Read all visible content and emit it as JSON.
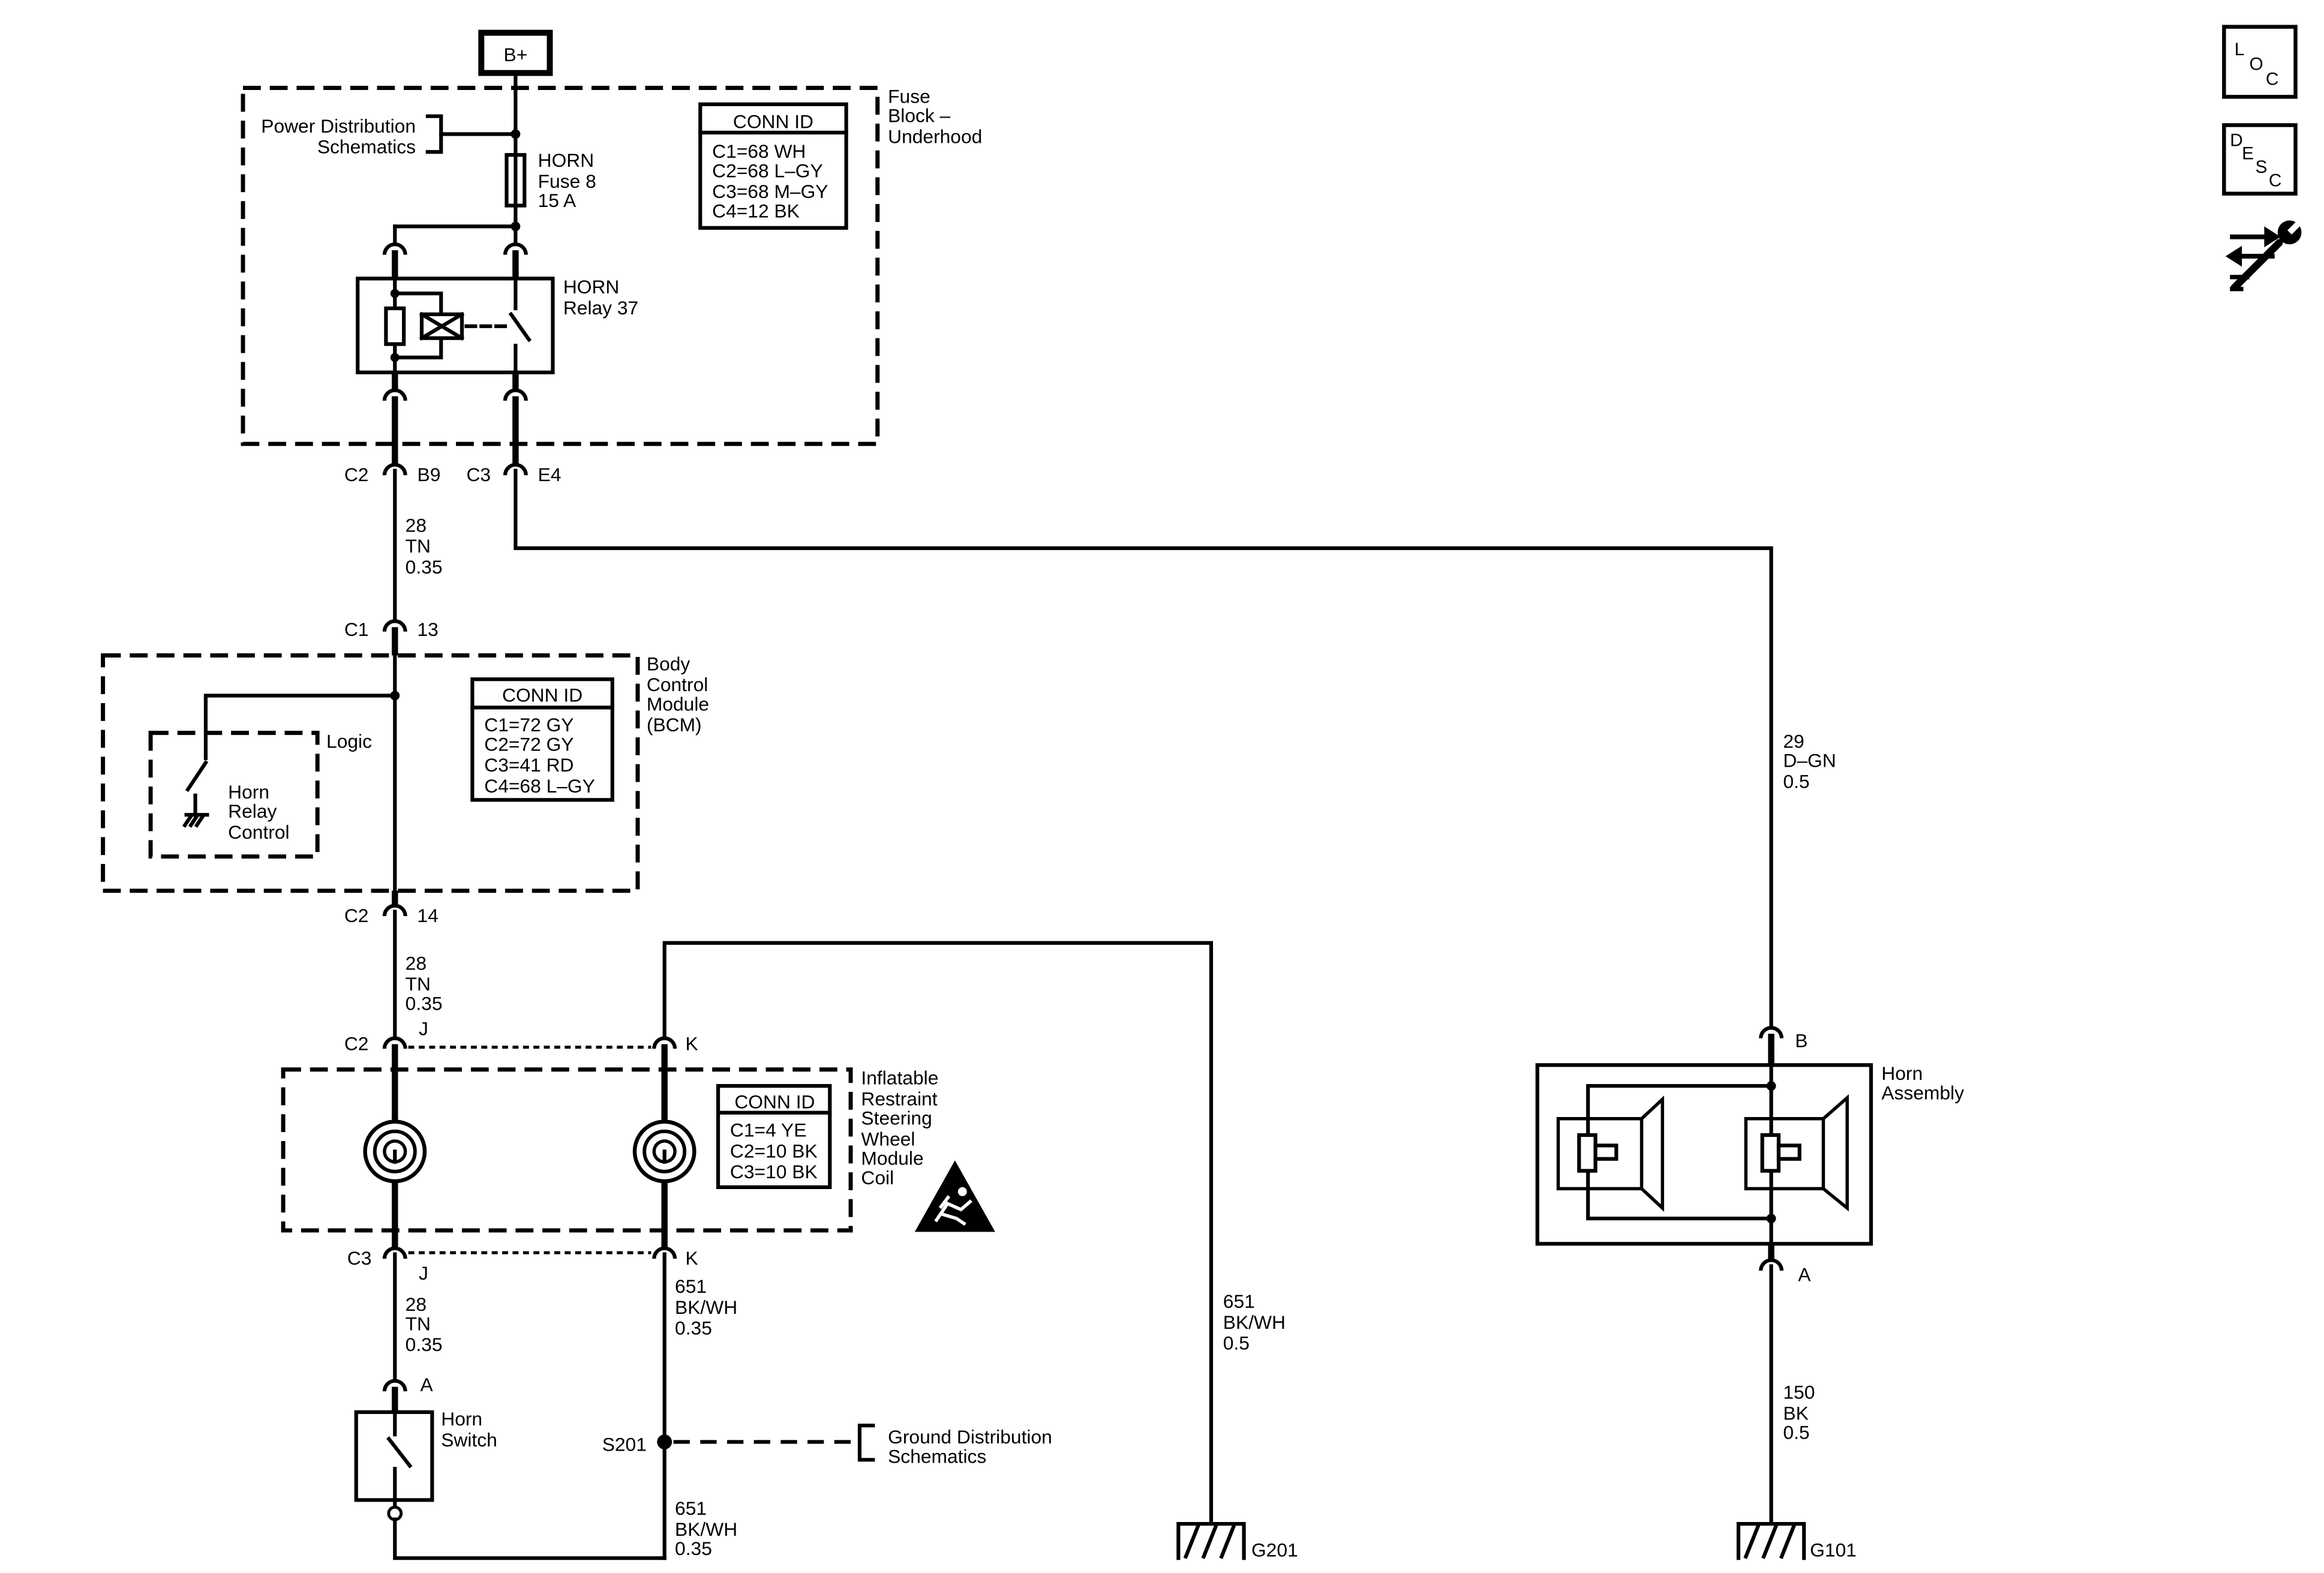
{
  "battery": {
    "label": "B+"
  },
  "power_distribution_ref": {
    "lines": [
      "Power Distribution",
      "Schematics"
    ]
  },
  "fuse_block": {
    "title": [
      "Fuse",
      "Block –",
      "Underhood"
    ],
    "conn_id": {
      "header": "CONN ID",
      "rows": [
        "C1=68 WH",
        "C2=68 L–GY",
        "C3=68 M–GY",
        "C4=12 BK"
      ]
    },
    "fuse": [
      "HORN",
      "Fuse 8",
      "15 A"
    ],
    "relay": [
      "HORN",
      "Relay 37"
    ],
    "connector_left": {
      "conn": "C2",
      "pin": "B9"
    },
    "connector_right": {
      "conn": "C3",
      "pin": "E4"
    }
  },
  "wires": {
    "fuse_to_bcm": [
      "28",
      "TN",
      "0.35"
    ],
    "bcm_to_coil": [
      "28",
      "TN",
      "0.35"
    ],
    "coil_to_switch": [
      "28",
      "TN",
      "0.35"
    ],
    "coil_to_splice": [
      "651",
      "BK/WH",
      "0.35"
    ],
    "switch_to_splice": [
      "651",
      "BK/WH",
      "0.35"
    ],
    "coil_to_g201": [
      "651",
      "BK/WH",
      "0.5"
    ],
    "relay_to_horn": [
      "29",
      "D–GN",
      "0.5"
    ],
    "horn_to_g101": [
      "150",
      "BK",
      "0.5"
    ]
  },
  "bcm": {
    "title": [
      "Body",
      "Control",
      "Module",
      "(BCM)"
    ],
    "conn_id": {
      "header": "CONN ID",
      "rows": [
        "C1=72 GY",
        "C2=72 GY",
        "C3=41 RD",
        "C4=68 L–GY"
      ]
    },
    "logic": "Logic",
    "control": [
      "Horn",
      "Relay",
      "Control"
    ],
    "connector_in": {
      "conn": "C1",
      "pin": "13"
    },
    "connector_out": {
      "conn": "C2",
      "pin": "14"
    }
  },
  "coil_module": {
    "title": [
      "Inflatable",
      "Restraint",
      "Steering",
      "Wheel",
      "Module",
      "Coil"
    ],
    "conn_id": {
      "header": "CONN ID",
      "rows": [
        "C1=4 YE",
        "C2=10 BK",
        "C3=10 BK"
      ]
    },
    "top": {
      "conn": "C2",
      "pin_left": "J",
      "pin_right": "K"
    },
    "bottom": {
      "conn": "C3",
      "pin_left": "J",
      "pin_right": "K"
    }
  },
  "horn_switch": {
    "label": [
      "Horn",
      "Switch"
    ],
    "pin": "A"
  },
  "splice": {
    "label": "S201"
  },
  "ground_distribution_ref": {
    "lines": [
      "Ground Distribution",
      "Schematics"
    ]
  },
  "grounds": {
    "g201": "G201",
    "g101": "G101"
  },
  "horn_assembly": {
    "label": [
      "Horn",
      "Assembly"
    ],
    "pin_top": "B",
    "pin_bottom": "A"
  },
  "toolbar": {
    "loc": [
      "L",
      "O",
      "C"
    ],
    "desc": [
      "D",
      "E",
      "S",
      "C"
    ]
  },
  "icons": {
    "loc": "location-icon",
    "desc": "description-icon",
    "tools": "tools-icon",
    "airbag_warning": "airbag-warning-icon"
  },
  "colors": {
    "line": "#000000",
    "background": "#ffffff"
  }
}
